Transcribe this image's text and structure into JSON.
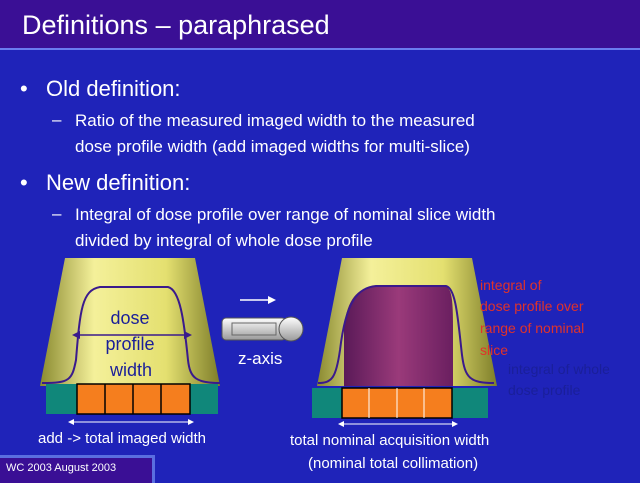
{
  "title": "Definitions – paraphrased",
  "bullets": [
    {
      "label": "Old definition:",
      "sub": [
        "Ratio of the measured imaged width to the measured",
        "dose profile width (add imaged widths for multi-slice)"
      ]
    },
    {
      "label": "New definition:",
      "sub": [
        "Integral of dose profile over range of nominal slice width",
        "divided by integral of whole dose profile"
      ]
    }
  ],
  "bullet_char": "•",
  "dash_char": "–",
  "left_diagram": {
    "profile_label": [
      "dose",
      "profile",
      "width"
    ],
    "caption": "add -> total imaged width"
  },
  "z_axis_label": "z-axis",
  "right_diagram": {
    "integral_nominal_label": [
      "integral of",
      "dose profile over",
      "range of nominal",
      "slice"
    ],
    "integral_whole_label": [
      "integral of whole",
      "dose profile"
    ],
    "caption": [
      "total nominal acquisition width",
      "(nominal total collimation)"
    ]
  },
  "footer": "WC 2003 August 2003",
  "colors": {
    "background": "#1f23b9",
    "title_bar": "#3a0f95",
    "beam_fill": "#e4e070",
    "detector_orange": "#f57e1e",
    "detector_teal": "#10877a",
    "profile_line": "#3a1a8c",
    "integral_fill": "#8a2f6e",
    "label_red": "#e0332a",
    "label_dark": "#1a1f99"
  }
}
